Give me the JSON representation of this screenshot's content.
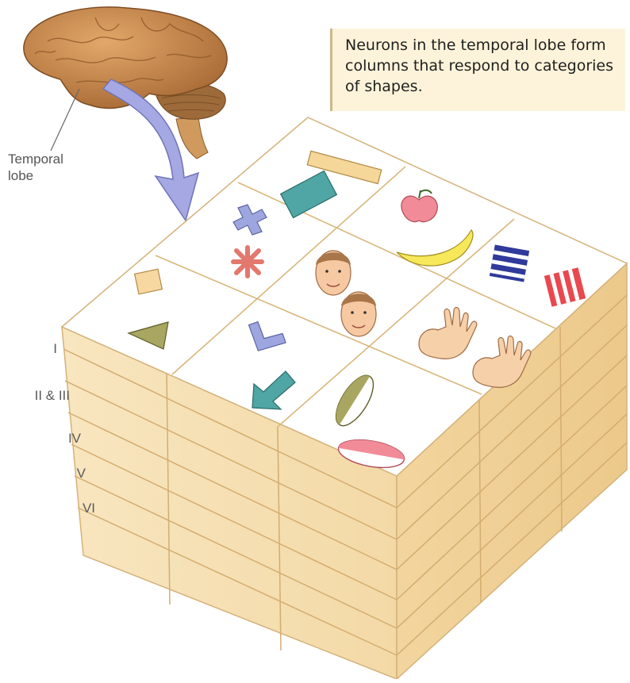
{
  "caption": {
    "text": "Neurons in the temporal lobe form columns that respond to categories of shapes."
  },
  "brain": {
    "label": "Temporal\nlobe"
  },
  "layers": {
    "labels": [
      "I",
      "II & III",
      "IV",
      "V",
      "VI"
    ]
  },
  "columns": [
    {
      "category": "bars",
      "icons": [
        "horizontal-bar-icon",
        "tilted-rectangle-icon"
      ]
    },
    {
      "category": "fruit",
      "icons": [
        "apple-icon",
        "banana-icon"
      ]
    },
    {
      "category": "cross-shapes",
      "icons": [
        "cross-icon",
        "asterisk-icon"
      ]
    },
    {
      "category": "faces",
      "icons": [
        "face-icon",
        "face-icon"
      ]
    },
    {
      "category": "striped-squares",
      "icons": [
        "blue-striped-square-icon",
        "red-striped-square-icon"
      ]
    },
    {
      "category": "simple-shapes",
      "icons": [
        "square-icon",
        "triangle-icon"
      ]
    },
    {
      "category": "angled-shapes",
      "icons": [
        "l-shape-icon",
        "arrow-icon"
      ]
    },
    {
      "category": "hands",
      "icons": [
        "hand-icon",
        "hand-icon"
      ]
    },
    {
      "category": "ellipses",
      "icons": [
        "split-ellipse-icon",
        "split-ellipse-icon"
      ]
    }
  ],
  "colors": {
    "block_face": "#f7e3b8",
    "block_line": "#d9b77a",
    "top_face": "#ffffff",
    "arrow": "#9fa3de"
  }
}
